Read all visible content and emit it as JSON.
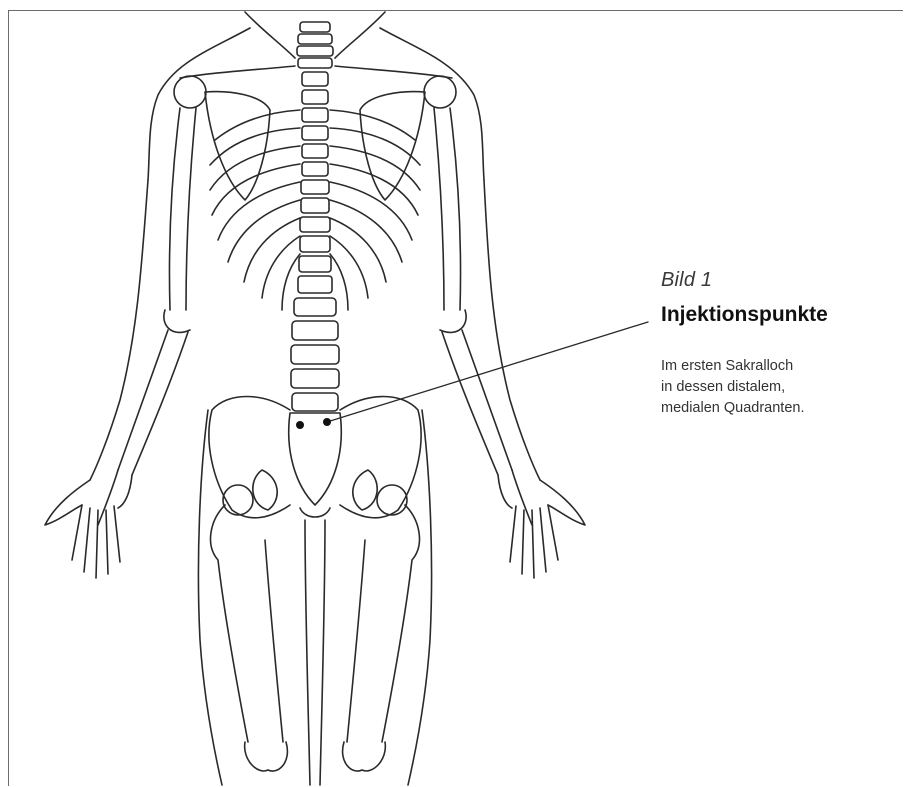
{
  "figure": {
    "number_label": "Bild 1",
    "title": "Injektionspunkte",
    "description_lines": [
      "Im ersten Sakralloch",
      "in dessen distalem,",
      "medialen Quadranten."
    ]
  },
  "colors": {
    "line": "#2a2a2a",
    "frame": "#6b6b6b",
    "background": "#ffffff"
  },
  "icons": [
    "skeleton-illustration",
    "injection-point-marker"
  ]
}
